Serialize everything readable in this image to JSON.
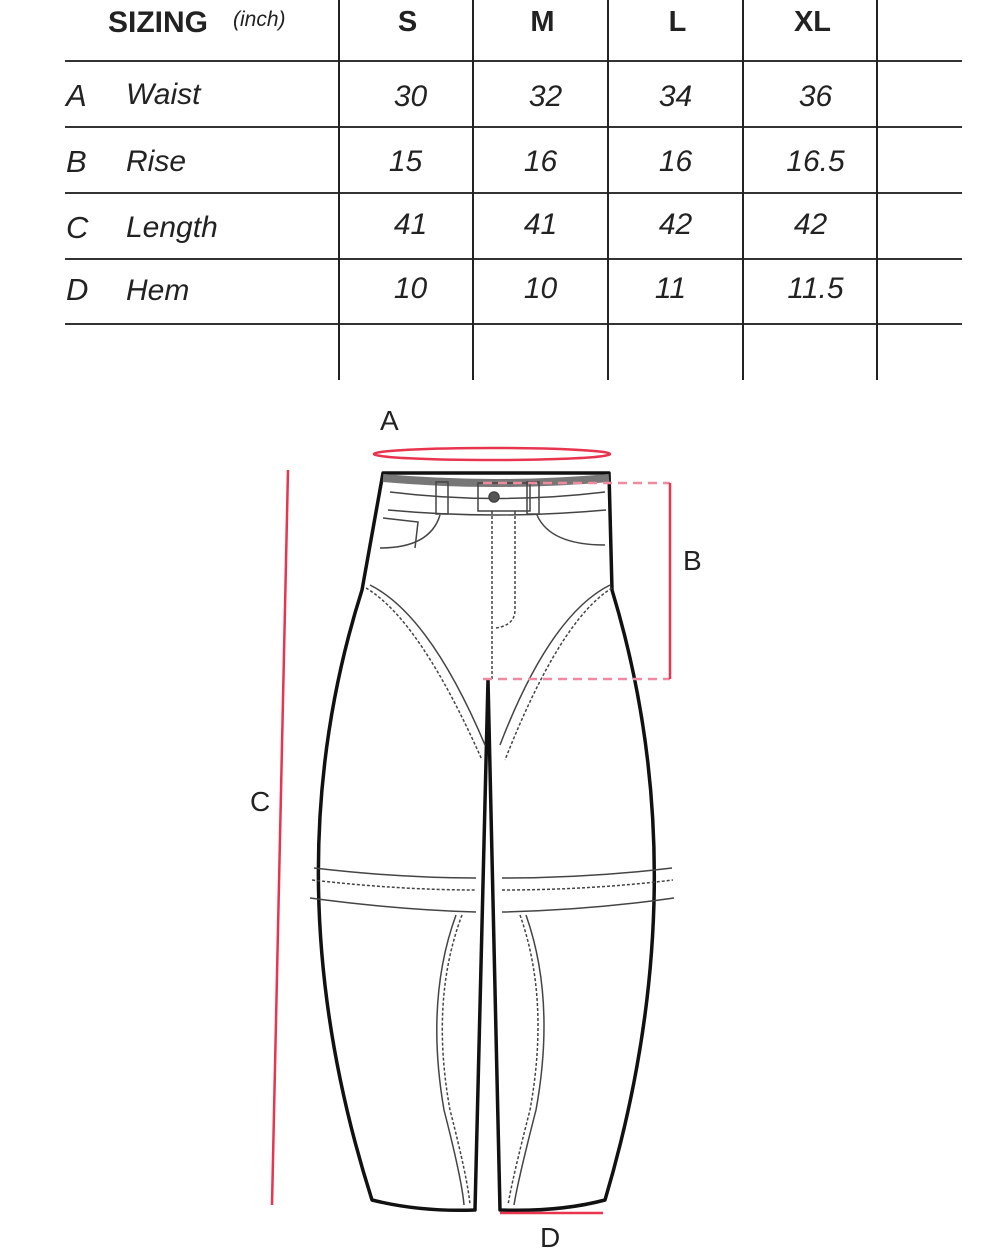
{
  "table": {
    "title": "SIZING",
    "unit": "(inch)",
    "sizes": [
      "S",
      "M",
      "L",
      "XL"
    ],
    "rows": [
      {
        "letter": "A",
        "name": "Waist",
        "values": [
          "30",
          "32",
          "34",
          "36"
        ]
      },
      {
        "letter": "B",
        "name": "Rise",
        "values": [
          "15",
          "16",
          "16",
          "16.5"
        ]
      },
      {
        "letter": "C",
        "name": "Length",
        "values": [
          "41",
          "41",
          "42",
          "42"
        ]
      },
      {
        "letter": "D",
        "name": "Hem",
        "values": [
          "10",
          "10",
          "11",
          "11.5"
        ]
      }
    ]
  },
  "diagram": {
    "labels": {
      "a": "A",
      "b": "B",
      "c": "C",
      "d": "D"
    },
    "accent_color": "#e8344e"
  }
}
